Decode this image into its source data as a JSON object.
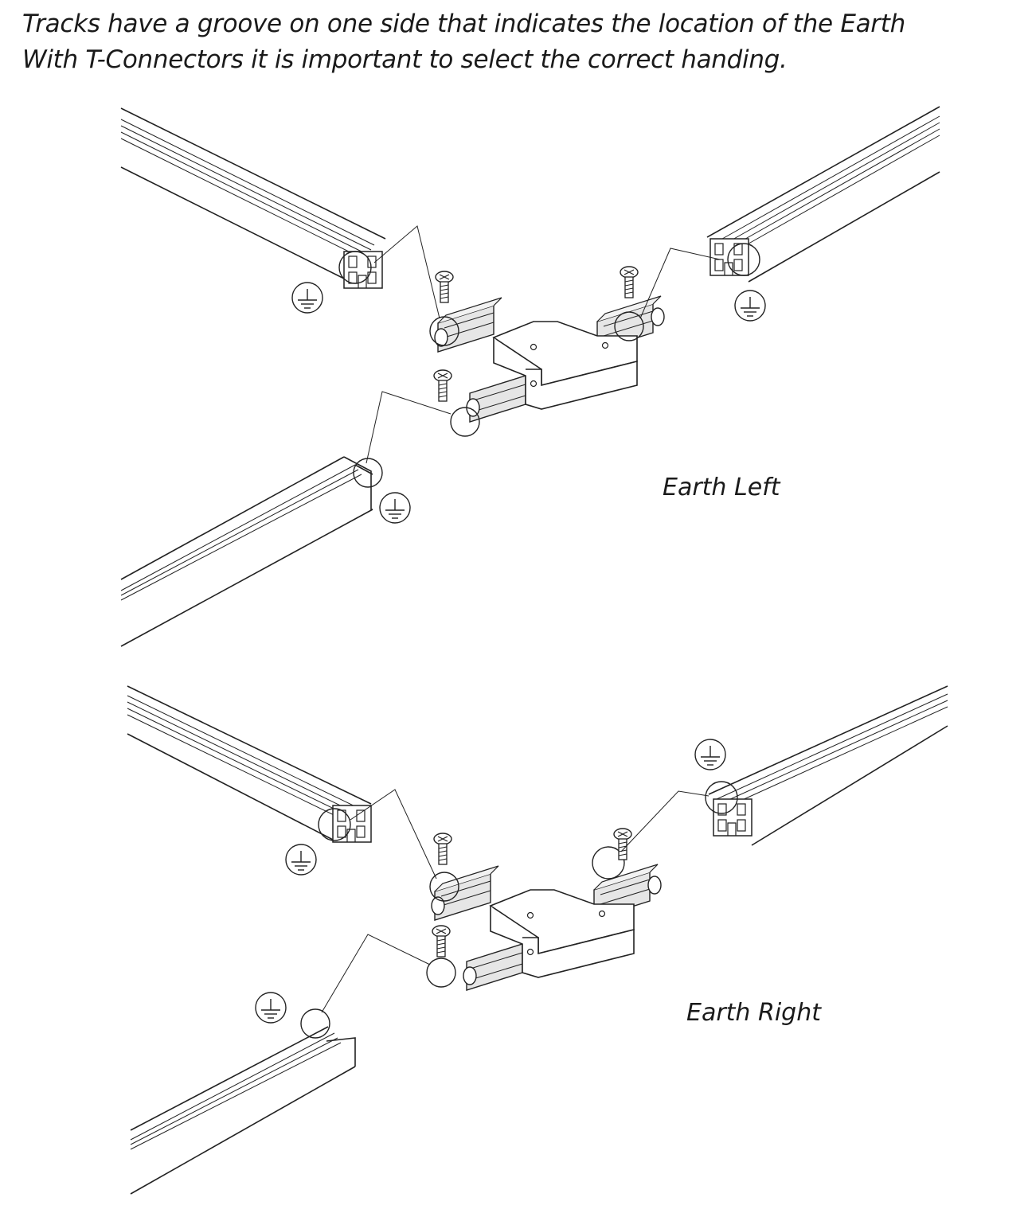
{
  "caption": {
    "line1": "Tracks have a groove on one side that indicates the location of the Earth",
    "line2": "With T-Connectors it is important to select the correct handing."
  },
  "diagrams": [
    {
      "label": "Earth Left"
    },
    {
      "label": "Earth Right"
    }
  ],
  "icons": {
    "earth": "earth-ground-icon",
    "screw": "screw-icon"
  }
}
